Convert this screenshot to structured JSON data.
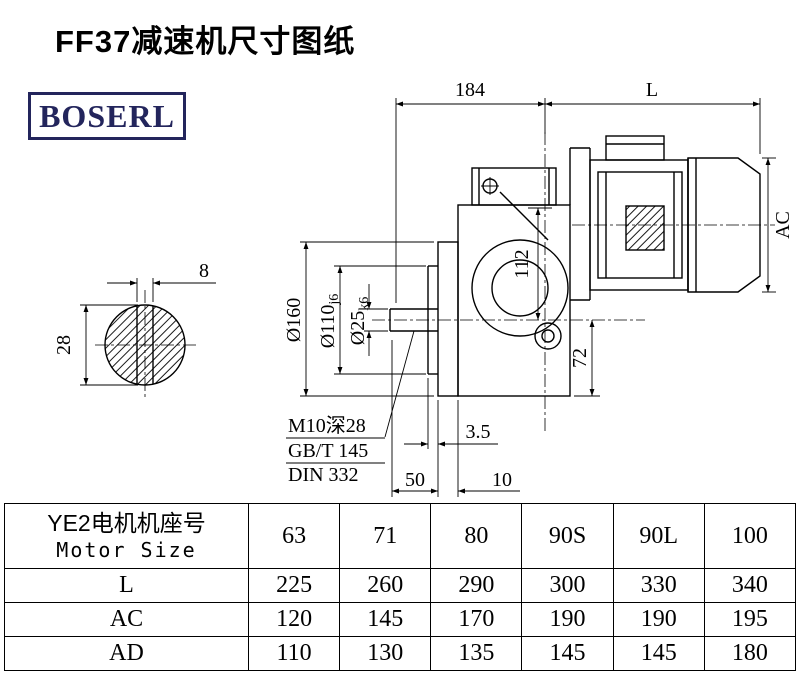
{
  "page": {
    "title": "FF37减速机尺寸图纸",
    "brand": "BOSERL"
  },
  "drawing": {
    "dims": {
      "top_width": "184",
      "top_length": "L",
      "motor_height": "AC",
      "center_height": "112",
      "bottom_height": "72",
      "flange_dia": "Ø160",
      "spigot_dia": "Ø110",
      "spigot_tol": "j6",
      "shaft_dia": "Ø25",
      "shaft_tol": "k6",
      "spigot_depth": "3.5",
      "shaft_length": "50",
      "flange_thickness": "10",
      "key_width": "8",
      "section_height": "28"
    },
    "notes": [
      "M10深28",
      "GB/T 145",
      "DIN 332"
    ]
  },
  "table": {
    "header": {
      "title_cn": "YE2电机机座号",
      "title_en": "Motor Size",
      "sizes": [
        "63",
        "71",
        "80",
        "90S",
        "90L",
        "100"
      ]
    },
    "rows": [
      {
        "label": "L",
        "values": [
          "225",
          "260",
          "290",
          "300",
          "330",
          "340"
        ]
      },
      {
        "label": "AC",
        "values": [
          "120",
          "145",
          "170",
          "190",
          "190",
          "195"
        ]
      },
      {
        "label": "AD",
        "values": [
          "110",
          "130",
          "135",
          "145",
          "145",
          "180"
        ]
      }
    ]
  }
}
